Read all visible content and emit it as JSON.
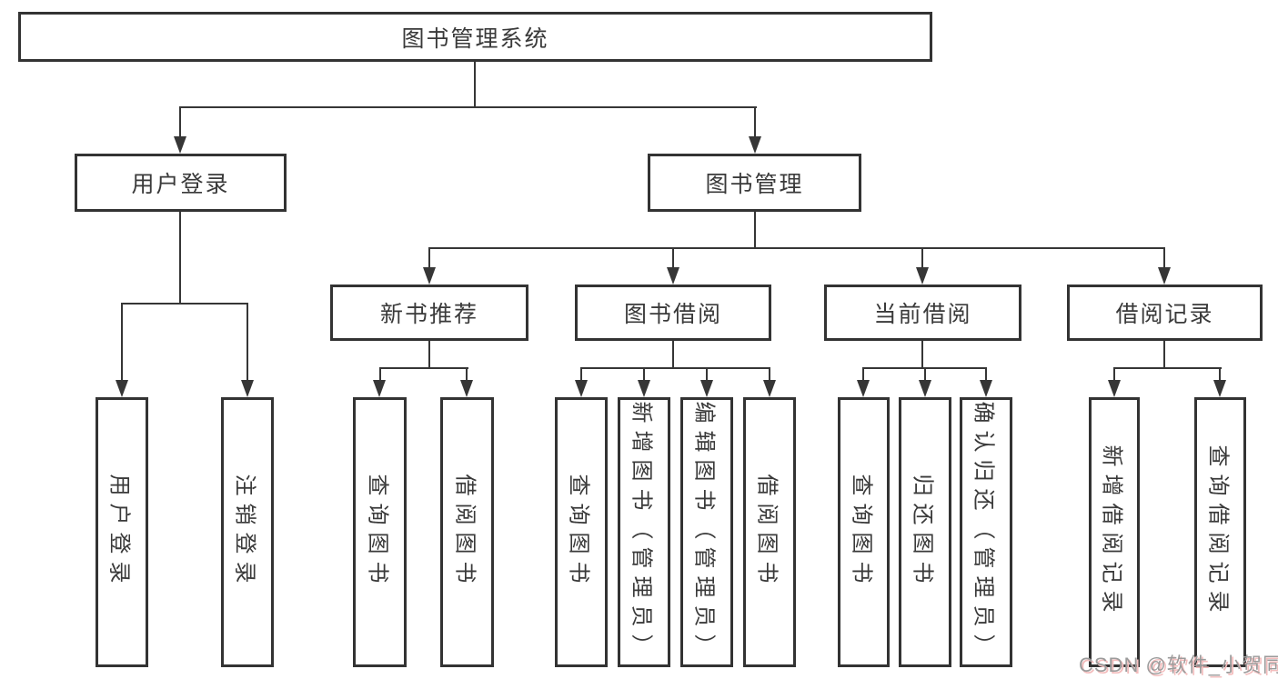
{
  "colors": {
    "line": "#363636",
    "box_border": "#333333",
    "text": "#3a3a3a",
    "background": "#ffffff",
    "watermark_text": "#9b9b9b",
    "watermark_shadow": "#f3bdbd"
  },
  "nodes": {
    "root": "图书管理系统",
    "branches": [
      "用户登录",
      "图书管理"
    ],
    "modules": [
      "新书推荐",
      "图书借阅",
      "当前借阅",
      "借阅记录"
    ],
    "leaves": [
      "用户登录",
      "注销登录",
      "查询图书",
      "借阅图书",
      "查询图书",
      "新增图书（管理员）",
      "编辑图书（管理员）",
      "借阅图书",
      "查询图书",
      "归还图书",
      "确认归还（管理员）",
      "新增借阅记录",
      "查询借阅记录"
    ]
  },
  "watermark": "CSDN @软件_小贺同学"
}
